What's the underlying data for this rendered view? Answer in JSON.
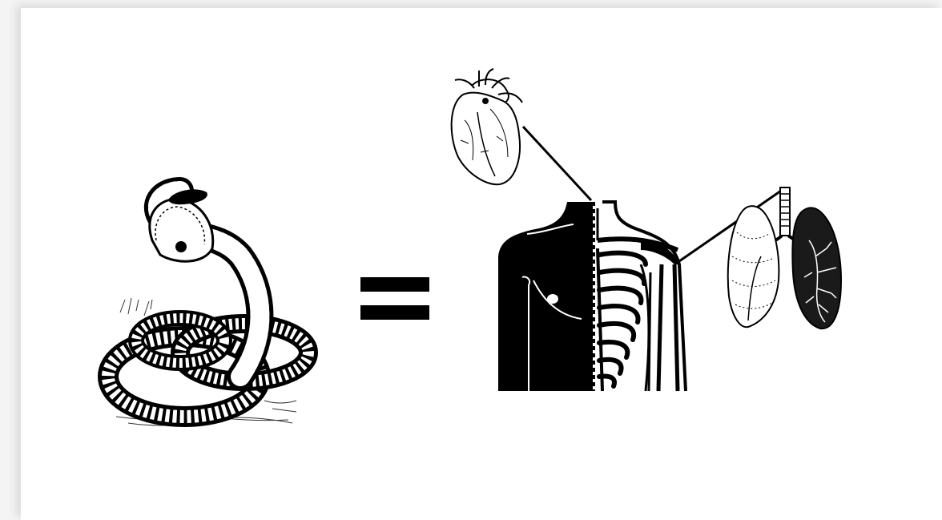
{
  "slide": {
    "background": "#ffffff",
    "ink": "#000000"
  },
  "illustrations": [
    {
      "name": "cobra",
      "icon": "cobra-snake-engraving"
    },
    {
      "name": "equals",
      "icon": "equals-sign"
    },
    {
      "name": "heart",
      "icon": "anatomical-heart-engraving"
    },
    {
      "name": "torso",
      "icon": "human-torso-half-skeleton"
    },
    {
      "name": "lungs",
      "icon": "lungs-with-trachea-engraving"
    }
  ]
}
